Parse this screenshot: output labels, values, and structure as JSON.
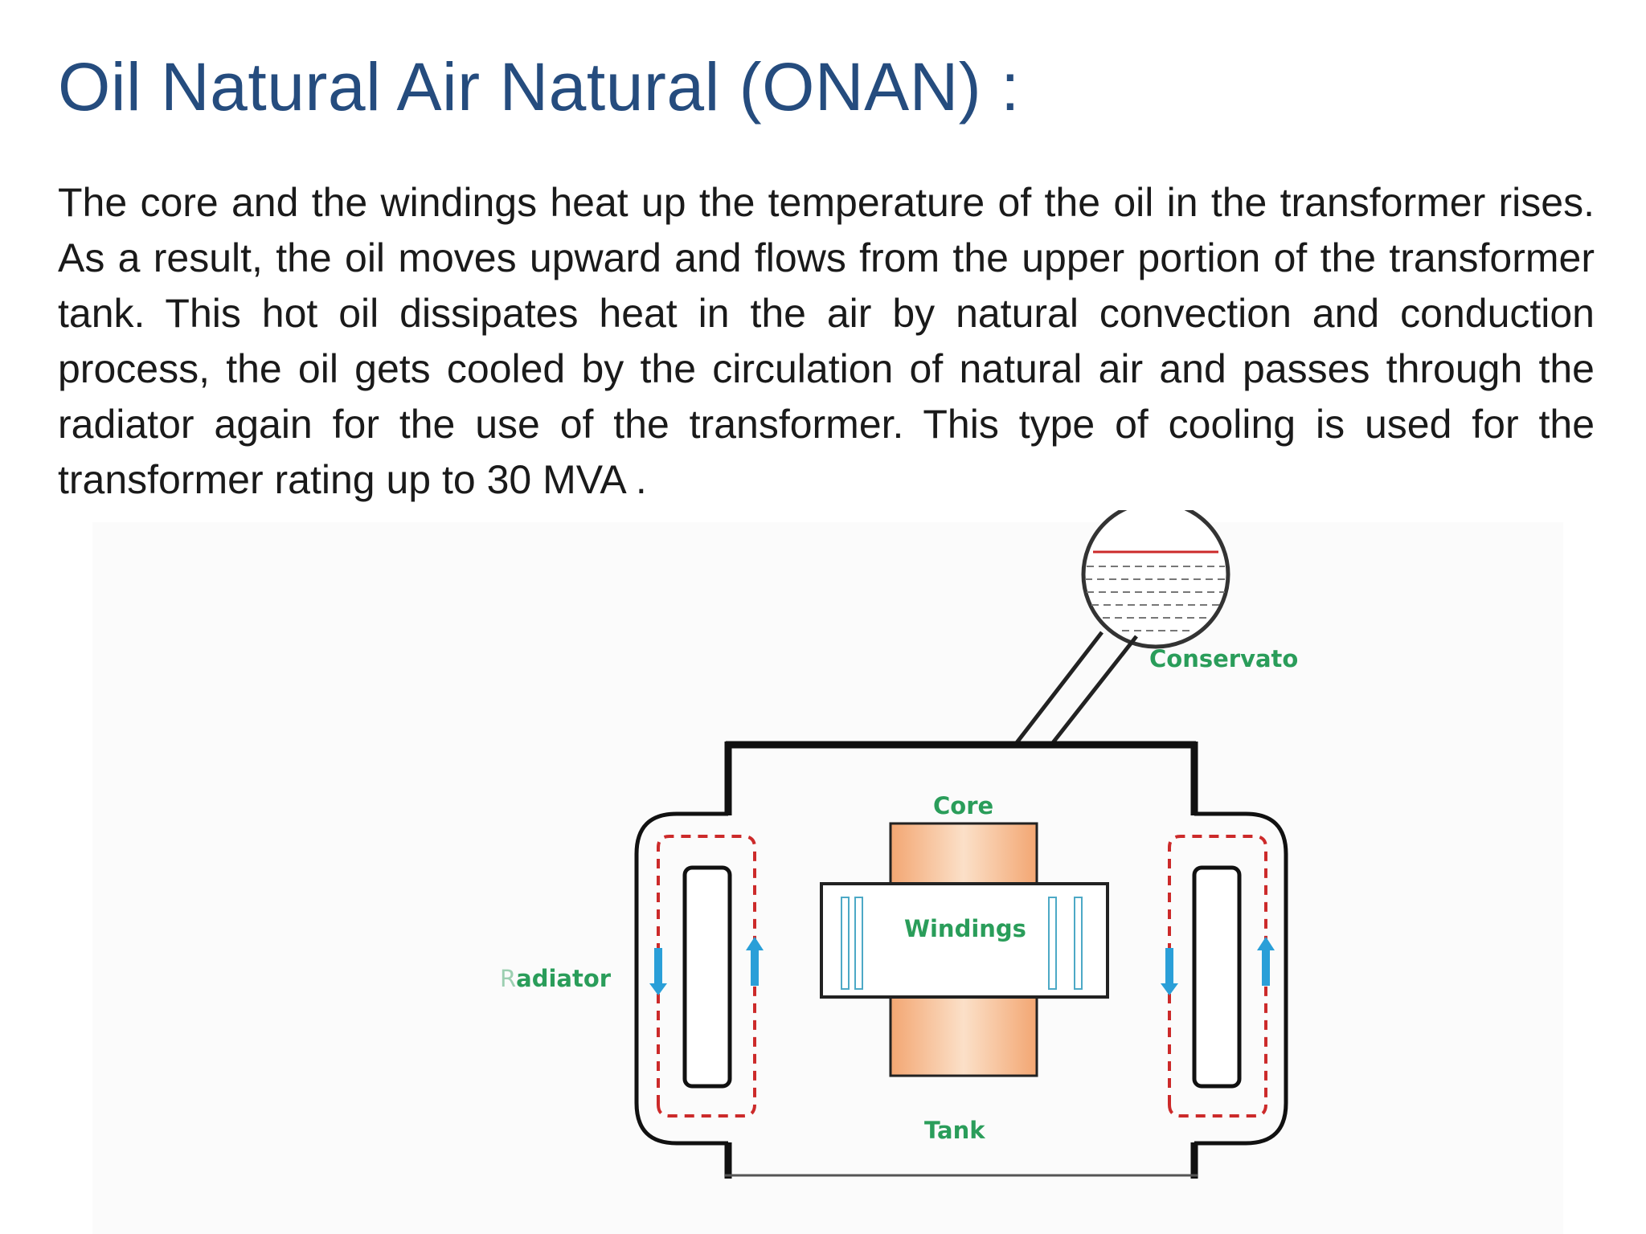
{
  "title": "Oil Natural Air Natural (ONAN) :",
  "body": "The core and the windings heat up the temperature of the oil in the transformer rises. As a result, the oil moves upward and flows from the upper portion of the transformer tank. This hot oil dissipates heat in the air by natural convection and conduction process, the oil gets cooled by the circulation of natural air and passes through the radiator again for the use of the transformer. This type of cooling is used for the transformer rating up to 30 MVA .",
  "diagram": {
    "labels": {
      "conservator": "Conservato",
      "core": "Core",
      "windings": "Windings",
      "radiator": "adiator",
      "radiator_partial_glyph": "R",
      "tank": "Tank"
    },
    "colors": {
      "title": "#254c7e",
      "label_green": "#2a9d5a",
      "oil_line_red": "#cc2a2a",
      "arrow_blue": "#2a9fd8",
      "core_fill": "#f6bf95",
      "winding_bar": "#bfe6f2"
    }
  }
}
